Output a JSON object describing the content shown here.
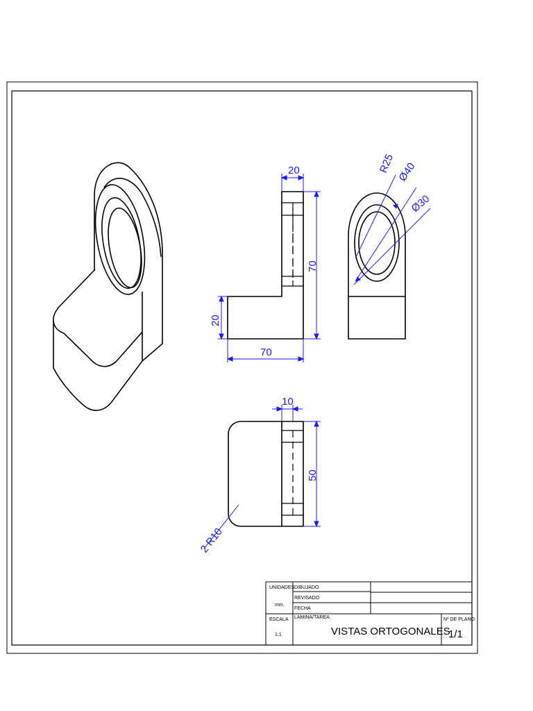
{
  "dimensions": {
    "top_width": "20",
    "front_height": "70",
    "front_width": "70",
    "front_left_height": "20",
    "radius_side": "R25",
    "dia_outer": "Ø40",
    "dia_inner": "Ø30",
    "plan_offset": "10",
    "plan_depth": "50",
    "plan_radius": "2 R10"
  },
  "title_block": {
    "units_label": "UNIDADES",
    "units_value": "mm.",
    "drawn_label": "DIBUJADO",
    "reviewed_label": "REVISADO",
    "date_label": "FECHA",
    "scale_label": "ESCALA",
    "scale_value": "1:1",
    "sheet_label": "LAMINA/TAREA",
    "title": "VISTAS  ORTOGONALES",
    "plan_no_label": "Nº DE PLANO",
    "plan_no_value": "1/1"
  },
  "colors": {
    "drawing": "#000000",
    "dimension": "#1a1aff"
  }
}
